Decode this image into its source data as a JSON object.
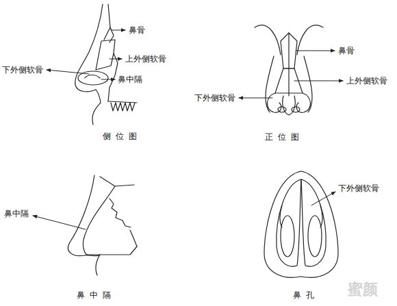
{
  "diagram": {
    "labels": [
      "鼻骨",
      "上外侧软骨",
      "下外侧软骨",
      "鼻中隔",
      "侧位图",
      "鼻骨",
      "上外侧软骨",
      "下外侧软骨",
      "正位图",
      "鼻中隔",
      "鼻中隔",
      "下外侧软骨",
      "鼻孔",
      "蜜颜"
    ]
  }
}
